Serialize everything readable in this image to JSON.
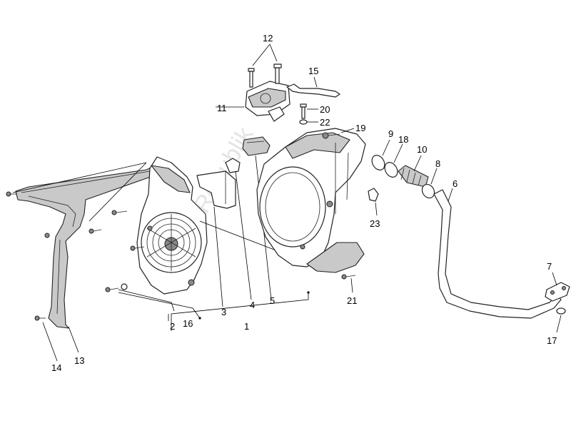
{
  "watermark": "PartsRepublik",
  "callouts": {
    "c1": "1",
    "c2": "2",
    "c3": "3",
    "c4": "4",
    "c5": "5",
    "c6": "6",
    "c7": "7",
    "c8": "8",
    "c9": "9",
    "c10": "10",
    "c11": "11",
    "c12": "12",
    "c13": "13",
    "c14": "14",
    "c15": "15",
    "c16": "16",
    "c17": "17",
    "c18": "18",
    "c19": "19",
    "c20": "20",
    "c21": "21",
    "c22": "22",
    "c23": "23"
  }
}
